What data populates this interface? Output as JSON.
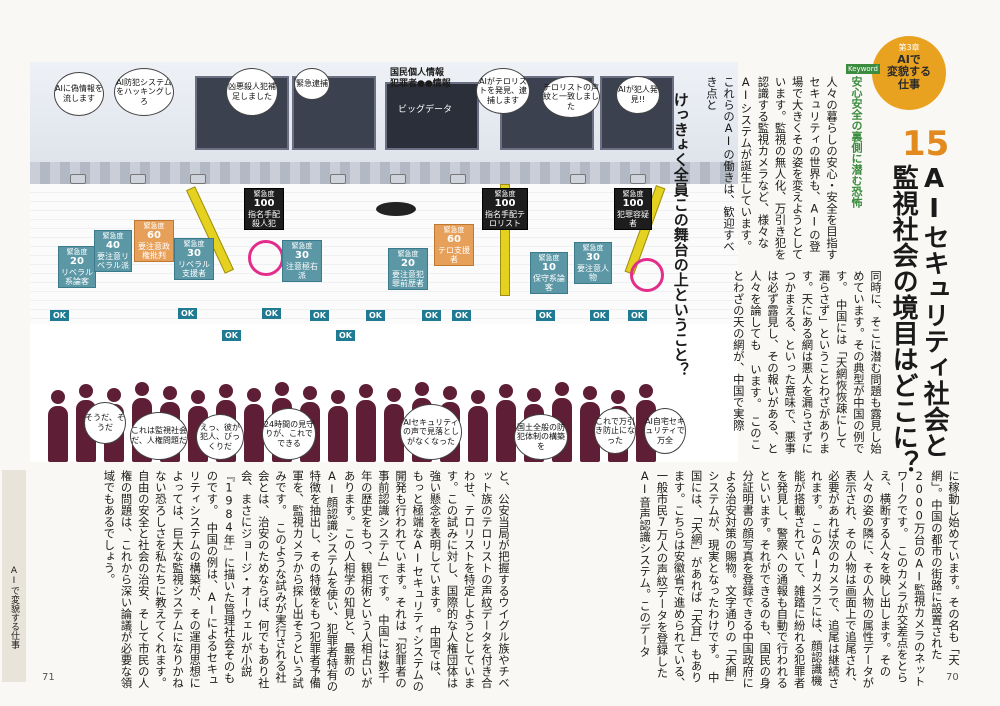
{
  "chapter_badge": {
    "chapter": "第3章",
    "line1": "AIで",
    "line2": "変貌する",
    "line3": "仕事"
  },
  "article_number": "15",
  "title_line1": "AIセキュリティ社会と",
  "title_line2": "監視社会の境目はどこに？",
  "subtitle_tag": "Keyword",
  "subtitle": "安心安全の裏側に潜む恐怖",
  "illustration_caption": "けっきょく全員この舞台の上ということ？",
  "top_labels": {
    "db_line1": "国民個人情報",
    "db_line2": "犯罪者●●情報",
    "bigdata": "ビッグデータ"
  },
  "screen_captions": [
    "AIに偽情報を流します",
    "AI防犯システムをハッキングしろ",
    "凶悪殺人犯補足しました",
    "緊急逮捕",
    "AIがテロリストを発見、逮捕します",
    "テロリストの声紋と一致しました",
    "AIが犯人発見!!"
  ],
  "danger_tags": [
    {
      "level": "緊急度",
      "value": "20",
      "text": "リベラル系論客",
      "color": "teal"
    },
    {
      "level": "緊急度",
      "value": "40",
      "text": "要注意リベラル派",
      "color": "teal"
    },
    {
      "level": "緊急度",
      "value": "60",
      "text": "要注意政権批判",
      "color": "orange"
    },
    {
      "level": "緊急度",
      "value": "30",
      "text": "リベラル支援者",
      "color": "teal"
    },
    {
      "level": "緊急度",
      "value": "100",
      "text": "指名手配殺人犯",
      "color": "dark"
    },
    {
      "level": "緊急度",
      "value": "30",
      "text": "注意極右派",
      "color": "teal"
    },
    {
      "level": "緊急度",
      "value": "20",
      "text": "要注意犯罪前歴者",
      "color": "teal"
    },
    {
      "level": "緊急度",
      "value": "60",
      "text": "テロ支援者",
      "color": "orange"
    },
    {
      "level": "緊急度",
      "value": "100",
      "text": "指名手配テロリスト",
      "color": "dark"
    },
    {
      "level": "緊急度",
      "value": "10",
      "text": "保守系論客",
      "color": "teal"
    },
    {
      "level": "緊急度",
      "value": "30",
      "text": "要注意人物",
      "color": "teal"
    },
    {
      "level": "緊急度",
      "value": "100",
      "text": "犯罪容疑者",
      "color": "dark"
    }
  ],
  "ok_label": "OK",
  "crowd_bubbles": [
    "そうだ、そうだ",
    "これは監視社会だ、人権問題だ",
    "えっ、彼が犯人、びっくりだ",
    "24時間の見守りが、これでできる",
    "AIセキュリティの声で見落としがなくなった",
    "国土全般の防犯体制の構築を",
    "これで万引き防止になった",
    "AI自宅セキュリティで万全"
  ],
  "body_right_top": "人々の暮らしの安心・安全を目指すセキュリティの世界も、AIの登場で大きくその姿を変えようとしています。監視の無人化、万引き犯を認識する監視カメラなど、様々なAIシステムが誕生しています。　これらのAIの働きは、歓迎すべき点と",
  "body_mid_top": "同時に、そこに潜む問題も露見し始めています。その典型が中国の例です。　中国には「天網恢恢疎にして漏らさず」ということわざがあります。天にある網は悪人を漏らさずにつかまえる、といった意味で、悪事は必ず露見し、その報いがある、と人々を論しても います。　このことわざの天の網が、中国で実際",
  "body_bottom_right": "に稼動し始めています。その名も「天網」。中国の都市の街路に設置された2000万台のAI監視カメラのネットワークです。　このカメラが交差点をとらえ、横断する人々を映し出します。その人々の姿の隣に、その人物の属性データが表示され、その人物は画面上で追尾され、必要があれば次のカメラで、追尾は継続されます。　このAIカメラには、顔認識機能が搭載されていて、雑踏に紛れる犯罪者を発見し、警察への通報も自動で行われるといいます。それができるのも、国民の身分証明書の顔写真を登録できる中国政府による治安対策の賜物。文字通りの「天網」システムが、現実となったわけです。　中国には、「天網」があれば「天耳」もあります。こちらは安徽省で進められている、一般市民7万人の声紋データを登録したAI音声認識システム。このデータ",
  "body_bottom_left": "と、公安当局が把握するウイグル族やチベット族のテロリストの声紋データを付き合わせ、テロリストを特定しようとしています。この試みに対し、国際的な人権団体は強い懸念を表明しています。　中国では、もっと極端なAIセキュリティシステムの開発も行われています。それは「犯罪者の事前認識システム」です。　中国には数千年の歴史をもつ、観相術という人相占いがあります。この人相学の知見と、最新のAI顔認識システムを使い、犯罪者特有の特徴を抽出し、その特徴をもつ犯罪者予備軍を、監視カメラから探し出そうという試みです。　このような試みが実行される社会とは、治安のためならば、何でもあり社会、まさにジョージ・オーウェルが小説『1984年』に描いた管理社会そのものです。　中国の例は、AIによるセキュリティシステムの構築が、その運用思想によっては、巨大な監視システムになりかねない恐ろしさを私たちに教えてくれます。自由の安全と社会の治安、そして市民の人権の問題は、これから深い論議が必要な領域でもあるでしょう。",
  "side_tab": "AIで変貌する仕事",
  "page_left": "71",
  "page_right": "70"
}
